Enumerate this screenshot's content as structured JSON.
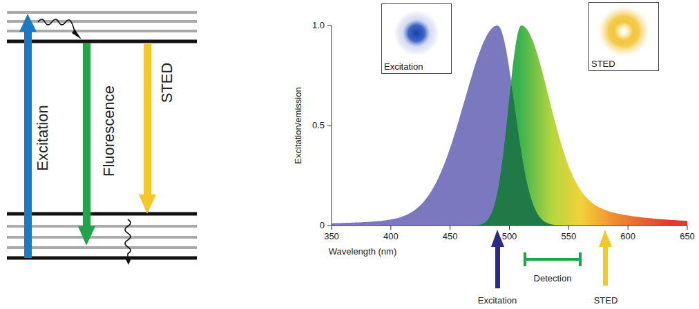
{
  "diagram": {
    "nodes": [
      {
        "text": [
          "Excitation"
        ]
      },
      {
        "text": [
          "STED"
        ]
      }
    ],
    "labels": [
      "Excitation",
      "Fluorescence",
      "STED",
      "1.0",
      "0.5",
      "0",
      "350",
      "400",
      "450",
      "500",
      "550",
      "600",
      "650",
      "Wavelength (nm)",
      "Excitation/emission",
      "Detection",
      "Excitation",
      "STED"
    ]
  }
}
